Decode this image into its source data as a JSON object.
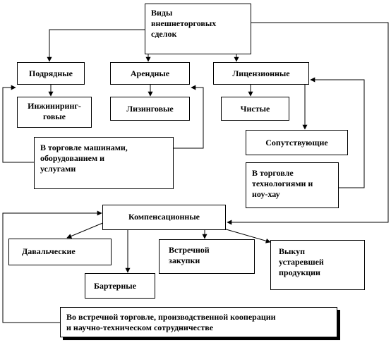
{
  "nodes": {
    "root": "Виды\nвнешнеторговых\nсделок",
    "podryadnye": "Подрядные",
    "arendnye": "Арендные",
    "licenzionnye": "Лицензионные",
    "inzhiniring": "Инжиниринг-\nговые",
    "lizingovye": "Лизинговые",
    "chistye": "Чистые",
    "soputstvuyushchie": "Сопутствующие",
    "torgovle_mashinami": "В торговле машинами,\nоборудованием и\nуслугами",
    "torgovle_tekhnologiyami": "В торговле\nтехнологиями и\nноу-хау",
    "kompensacionnye": "Компенсационные",
    "davalcheskie": "Давальческие",
    "barternye": "Бартерные",
    "vstrechnoy_zakupki": "Встречной\nзакупки",
    "vykup": "Выкуп\nустаревшей\nпродукции",
    "vo_vstrechnoy": "Во встречной торговле, производственной кооперации\nи научно-техническом сотрудничестве"
  }
}
